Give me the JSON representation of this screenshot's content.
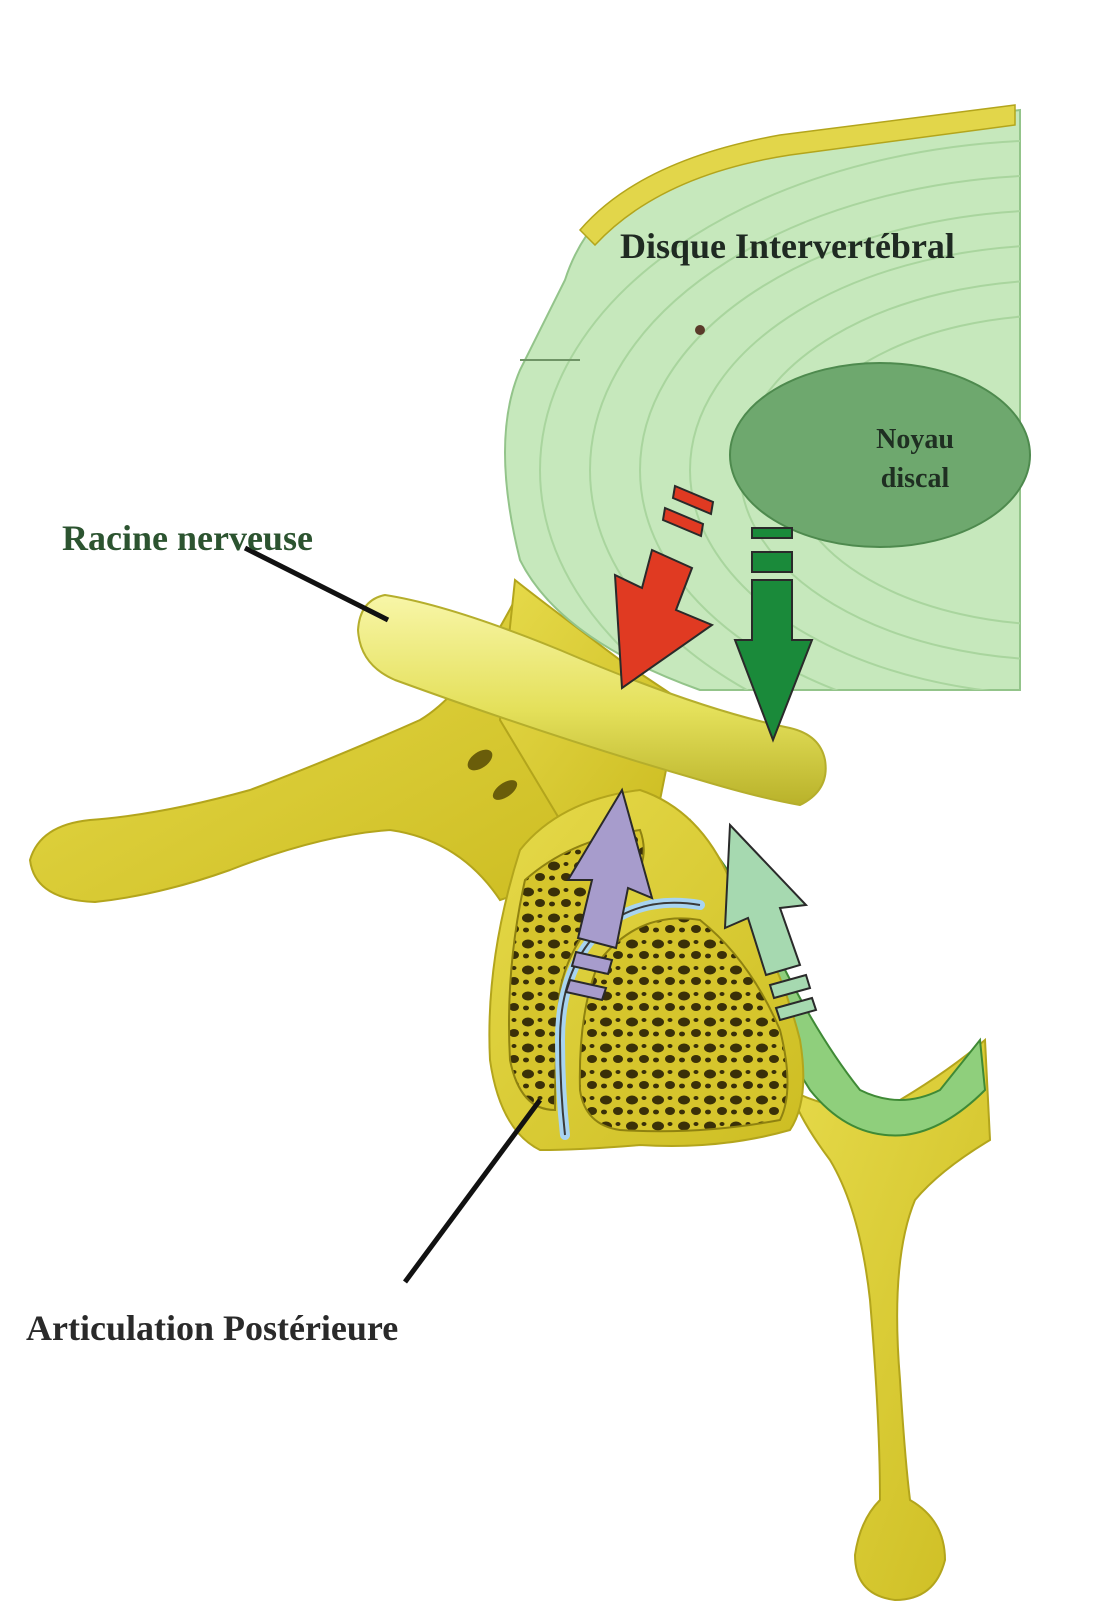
{
  "labels": {
    "disc": "Disque Intervertébral",
    "nucleus_line1": "Noyau",
    "nucleus_line2": "discal",
    "nerve_root": "Racine nerveuse",
    "facet_joint": "Articulation Postérieure"
  },
  "colors": {
    "bone": "#d9cb32",
    "bone_dark": "#a89a18",
    "disc": "#c6e8bc",
    "nucleus": "#6ea86e",
    "nerve": "#ecea7a",
    "arrow_red": "#e03a22",
    "arrow_dark_green": "#1a8a3a",
    "arrow_purple": "#a79ccc",
    "arrow_light_green": "#a6d9b0",
    "cartilage": "#a8d4f0",
    "leader_line": "#111111"
  }
}
